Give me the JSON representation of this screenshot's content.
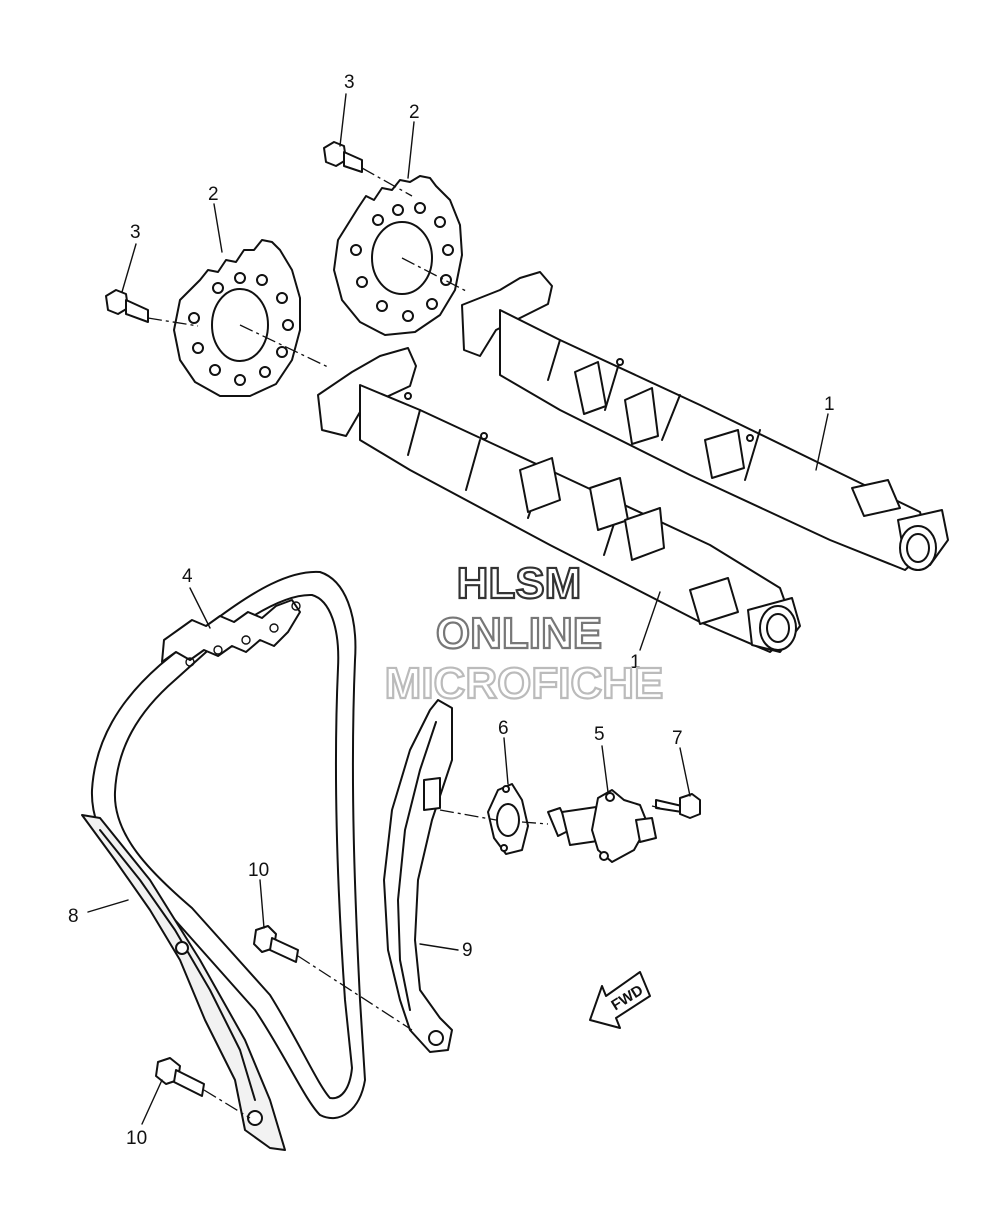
{
  "callouts": {
    "c1a": "1",
    "c1b": "1",
    "c2a": "2",
    "c2b": "2",
    "c3a": "3",
    "c3b": "3",
    "c4": "4",
    "c5": "5",
    "c6": "6",
    "c7": "7",
    "c8": "8",
    "c9": "9",
    "c10a": "10",
    "c10b": "10"
  },
  "watermark": {
    "line1": "HLSM",
    "line2": "ONLINE",
    "line3": "MICROFICHE",
    "color1": "#333333",
    "color2": "#777777",
    "color3": "#bbbbbb"
  },
  "direction_arrow": {
    "label": "FWD",
    "icon": "arrow-icon"
  }
}
